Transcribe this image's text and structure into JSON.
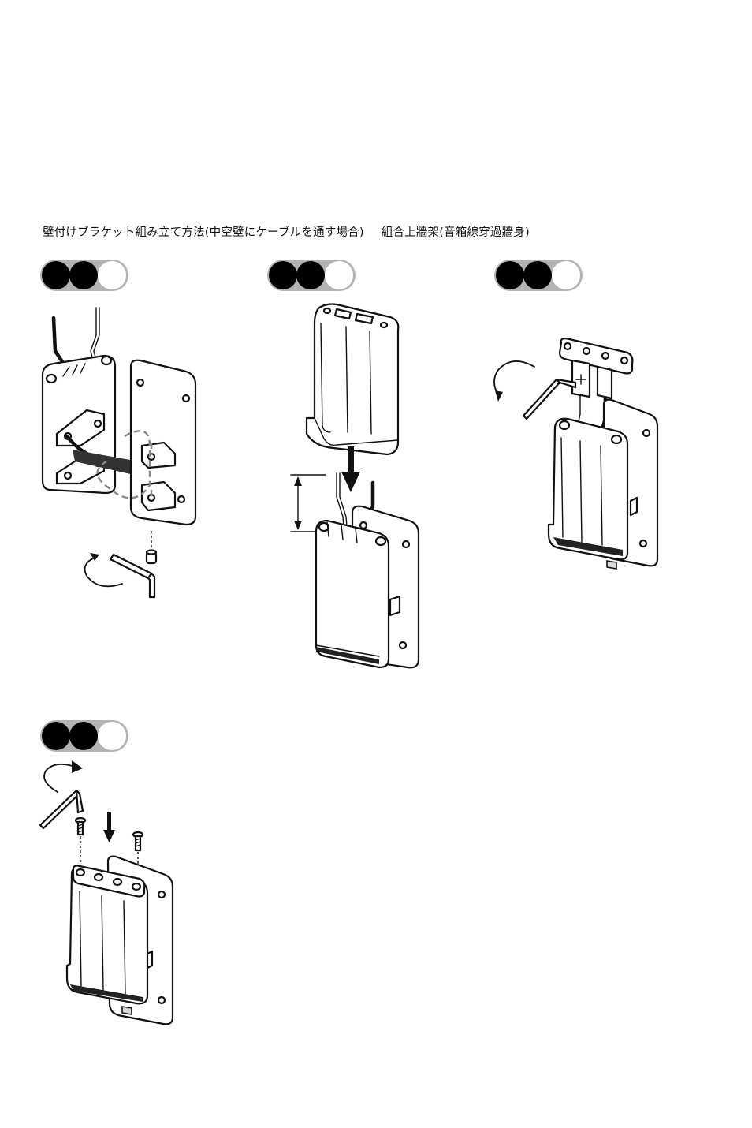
{
  "caption": {
    "japanese": "壁付けブラケット組み立て方法(中空壁にケーブルを通す場合)",
    "chinese": "組合上牆架(音箱線穿過牆身)"
  },
  "step_indicator": {
    "total": 3,
    "filled": 2,
    "fill_color": "#000000",
    "empty_color": "#ffffff",
    "track_color": "#b3b3b3"
  },
  "steps": [
    {
      "id": "step-1",
      "content": "speaker back with cables, wall plate, screw and hex wrench"
    },
    {
      "id": "step-2",
      "content": "speaker lowered onto mounted wall plate"
    },
    {
      "id": "step-3",
      "content": "cap bar with terminal being placed, hex wrench rotation"
    },
    {
      "id": "step-4",
      "content": "cap bar fastened with two screws"
    }
  ],
  "icons": [
    "step-badge-icon",
    "rotate-arrow-icon",
    "hex-wrench-icon",
    "screw-icon",
    "down-arrow-icon",
    "measure-arrow-icon",
    "plus-terminal-icon"
  ]
}
